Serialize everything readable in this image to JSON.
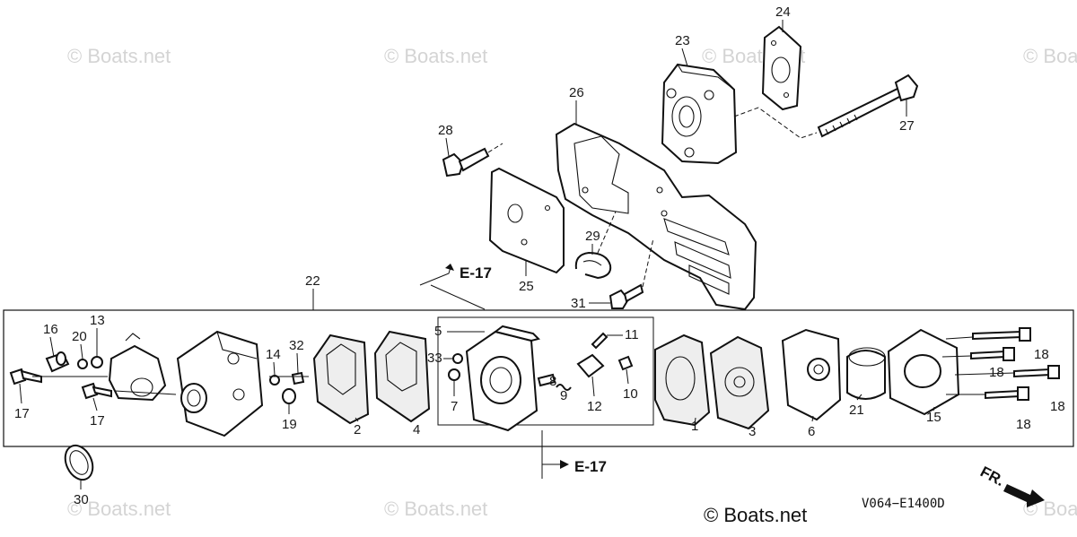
{
  "watermark": "© Boats.net",
  "copyright": "© Boats.net",
  "diagram_code": "V064−E1400D",
  "front_label": "FR.",
  "ref_top": "E-17",
  "ref_bottom": "E-17",
  "callouts": {
    "p1": "1",
    "p2": "2",
    "p3": "3",
    "p4": "4",
    "p5": "5",
    "p6": "6",
    "p7": "7",
    "p8": "8",
    "p9": "9",
    "p10": "10",
    "p11": "11",
    "p12": "12",
    "p13": "13",
    "p14": "14",
    "p15": "15",
    "p16": "16",
    "p17a": "17",
    "p17b": "17",
    "p18a": "18",
    "p18b": "18",
    "p18c": "18",
    "p18d": "18",
    "p19": "19",
    "p20": "20",
    "p21": "21",
    "p22": "22",
    "p23": "23",
    "p24": "24",
    "p25": "25",
    "p26": "26",
    "p27": "27",
    "p28": "28",
    "p29": "29",
    "p30": "30",
    "p31": "31",
    "p32": "32",
    "p33": "33"
  }
}
